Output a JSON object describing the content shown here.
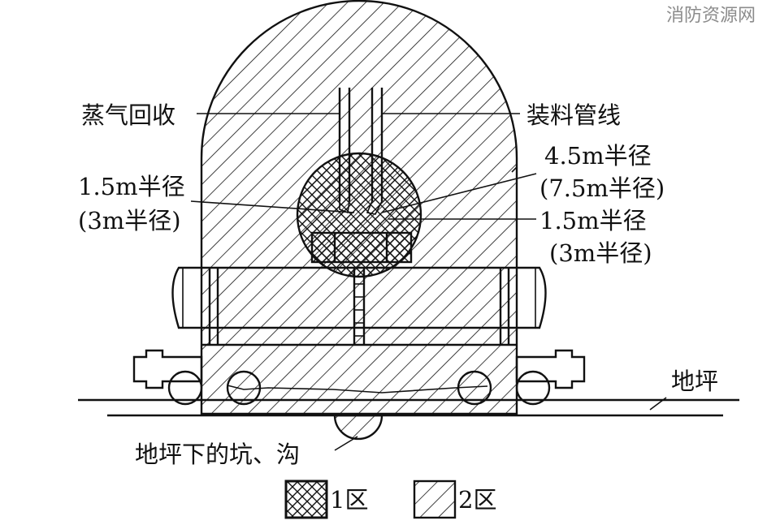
{
  "watermark": "消防资源网",
  "labels": {
    "vapor_recovery": "蒸气回收",
    "loading_line": "装料管线",
    "outer_radius": "4.5m半径",
    "outer_radius_alt": "(7.5m半径)",
    "left_radius": "1.5m半径",
    "left_radius_alt": "(3m半径)",
    "right_radius": "1.5m半径",
    "right_radius_alt": "(3m半径)",
    "ground": "地坪",
    "pit": "地坪下的坑、沟"
  },
  "legend": [
    {
      "label": "1区",
      "pattern": "cross-hatch"
    },
    {
      "label": "2区",
      "pattern": "single-hatch"
    }
  ],
  "colors": {
    "line": "#111111",
    "background": "#ffffff",
    "watermark": "#8c8c8c"
  }
}
